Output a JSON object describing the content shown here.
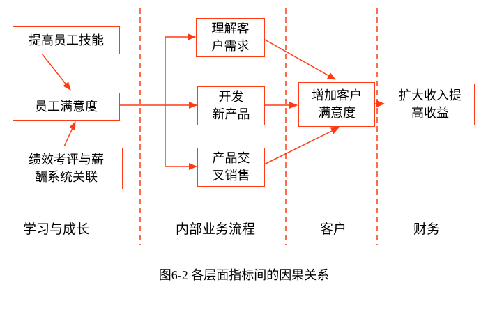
{
  "colors": {
    "accent": "#ff3a14",
    "text": "#000000",
    "background": "#ffffff"
  },
  "figure": {
    "caption": "图6-2 各层面指标间的因果关系"
  },
  "perspectives": [
    {
      "label": "学习与成长"
    },
    {
      "label": "内部业务流程"
    },
    {
      "label": "客户"
    },
    {
      "label": "财务"
    }
  ],
  "boxes": {
    "improve_skills": {
      "text": "提高员工技能",
      "lines": [
        "提高员工技能"
      ]
    },
    "employee_satisfaction": {
      "text": "员工满意度",
      "lines": [
        "员工满意度"
      ]
    },
    "performance_pay_link": {
      "text": "绩效考评与薪酬系统关联",
      "lines": [
        "绩效考评与薪",
        "酬系统关联"
      ]
    },
    "understand_customer_needs": {
      "text": "理解客户需求",
      "lines": [
        "理解客",
        "户需求"
      ]
    },
    "develop_new_products": {
      "text": "开发新产品",
      "lines": [
        "开发",
        "新产品"
      ]
    },
    "cross_sell_products": {
      "text": "产品交叉销售",
      "lines": [
        "产品交",
        "叉销售"
      ]
    },
    "increase_customer_satisfaction": {
      "text": "增加客户满意度",
      "lines": [
        "增加客户",
        "满意度"
      ]
    },
    "expand_revenue": {
      "text": "扩大收入提高收益",
      "lines": [
        "扩大收入提",
        "高收益"
      ]
    }
  },
  "edges": [
    {
      "from": "提高员工技能",
      "to": "员工满意度"
    },
    {
      "from": "绩效考评与薪酬系统关联",
      "to": "员工满意度"
    },
    {
      "from": "员工满意度",
      "to": "理解客户需求"
    },
    {
      "from": "员工满意度",
      "to": "开发新产品"
    },
    {
      "from": "员工满意度",
      "to": "产品交叉销售"
    },
    {
      "from": "理解客户需求",
      "to": "增加客户满意度"
    },
    {
      "from": "开发新产品",
      "to": "增加客户满意度"
    },
    {
      "from": "产品交叉销售",
      "to": "增加客户满意度"
    },
    {
      "from": "增加客户满意度",
      "to": "扩大收入提高收益"
    }
  ]
}
